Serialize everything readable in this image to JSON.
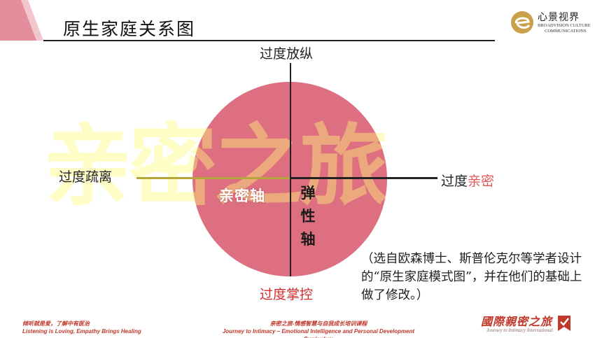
{
  "header": {
    "title": "原生家庭关系图"
  },
  "brand": {
    "name_cn": "心景视界",
    "name_en_line1": "BROADVISION CULTURE",
    "name_en_line2": "COMMUNICATIONS"
  },
  "diagram": {
    "watermark": "亲密之旅",
    "labels": {
      "top": "过度放纵",
      "left": "过度疏离",
      "right_part1": "过度",
      "right_part2": "亲密",
      "bottom": "过度掌控"
    },
    "axis_names": {
      "horizontal": "亲密轴",
      "vertical": [
        "弹",
        "性",
        "轴"
      ]
    }
  },
  "note": "（选自欧森博士、斯普伦克尔等学者设计的“原生家庭模式图”，并在他们的基础上做了修改。）",
  "footer": {
    "left_cn": "倾听就是爱，了解中有医治",
    "left_en": "Listening is Loving, Empathy Brings Healing",
    "center_cn": "亲密之旅-情感智慧与自我成长培训课程",
    "center_en": "Journey to Intimacy – Emotional Intelligence and Personal Development Curriculum",
    "logo_cn": "國際親密之旅",
    "logo_en": "Journey to Intimacy International"
  },
  "colors": {
    "circle": "#dd6f81",
    "accent_red": "#d62b2b",
    "watermark": "#fff36e",
    "corner": "#e8a5b0"
  },
  "icons": {
    "brand_mark": "e-swirl-logo-icon",
    "footer_mark": "bookmark-check-icon"
  }
}
